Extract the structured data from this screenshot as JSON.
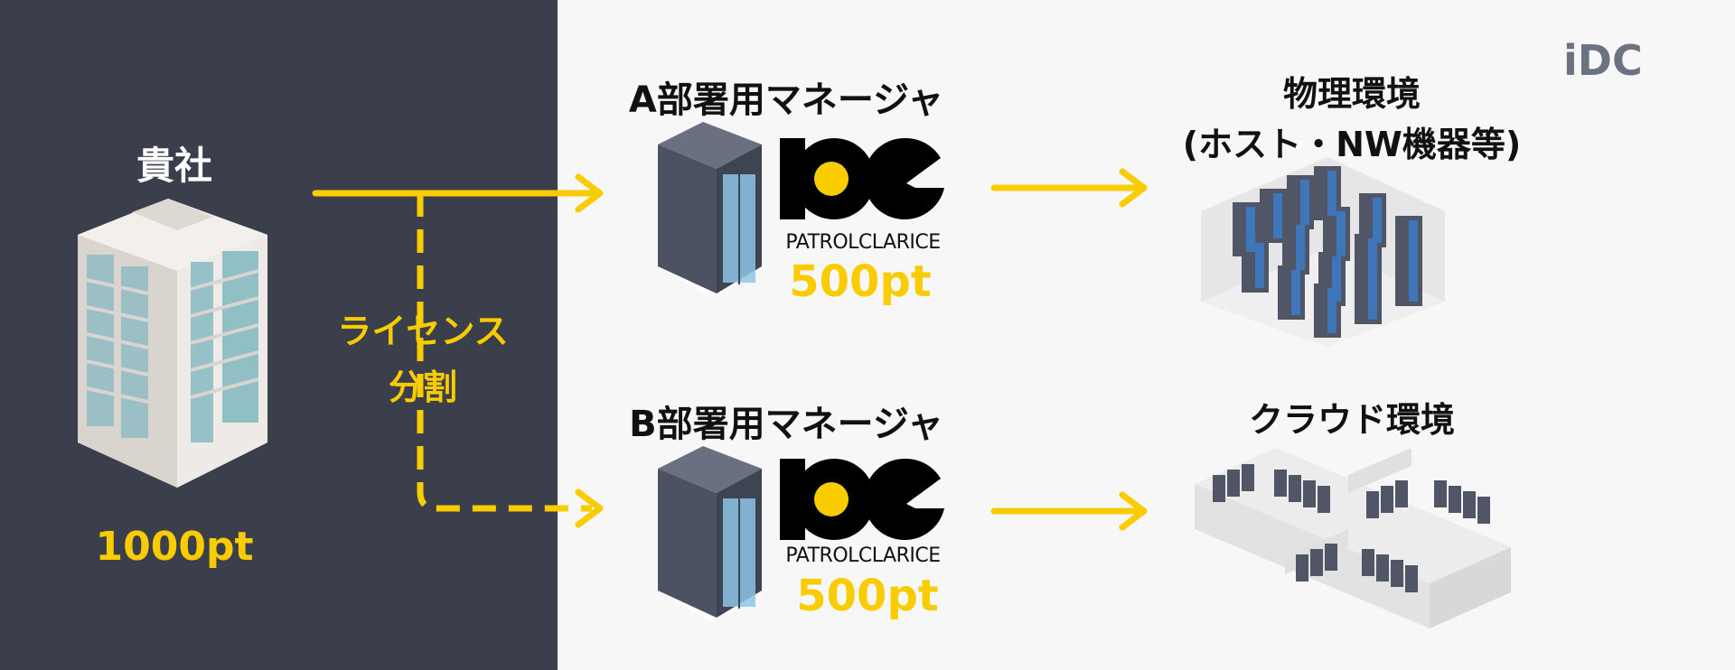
{
  "company": {
    "label": "貴社",
    "points": "1000pt"
  },
  "split_label": [
    "ライセンス",
    "分割"
  ],
  "managers": [
    {
      "title": "A部署用マネージャ",
      "brand": "PATROLCLARICE",
      "points": "500pt"
    },
    {
      "title": "B部署用マネージャ",
      "brand": "PATROLCLARICE",
      "points": "500pt"
    }
  ],
  "environments": [
    {
      "title_lines": [
        "物理環境",
        "(ホスト・NW機器等)"
      ]
    },
    {
      "title_lines": [
        "クラウド環境"
      ]
    }
  ],
  "idc_label": "iDC",
  "colors": {
    "dark_panel": "#3b3f4c",
    "accent": "#f9cc00",
    "background": "#f7f7f7",
    "idc": "#6b7280"
  }
}
